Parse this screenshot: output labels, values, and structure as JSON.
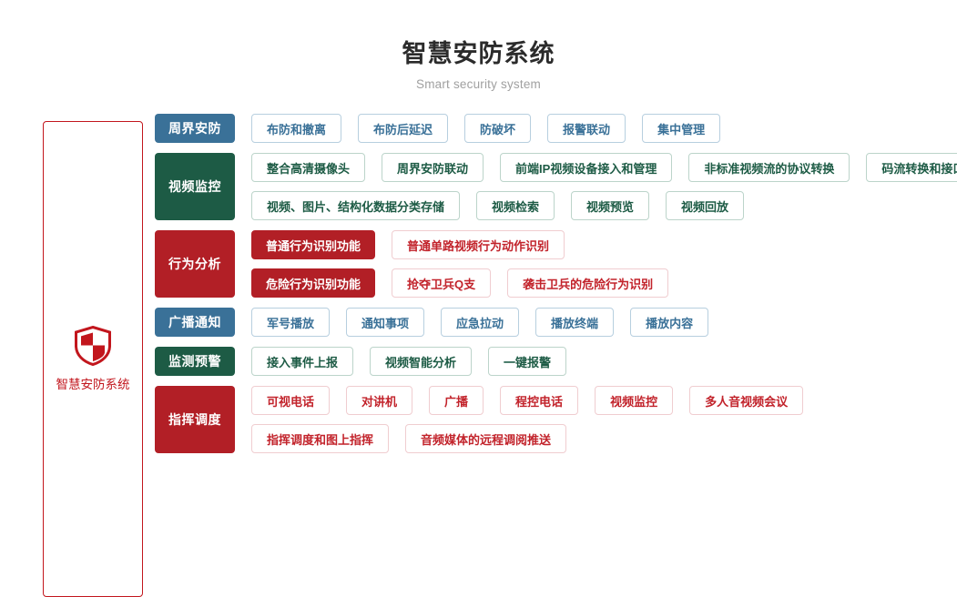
{
  "header": {
    "title": "智慧安防系统",
    "subtitle": "Smart security system"
  },
  "root": {
    "label": "智慧安防系统",
    "icon": "shield-icon",
    "border_color": "#c2161d",
    "text_color": "#c2161d"
  },
  "colors": {
    "blue": "#3a7198",
    "green": "#1d5b45",
    "red": "#b21f26",
    "blue_border": "#b7cfdf",
    "green_border": "#bcd4ca",
    "red_border": "#f0cdd0",
    "title": "#2b2b2b",
    "subtitle": "#a0a0a0"
  },
  "rows": [
    {
      "category": "周界安防",
      "color": "blue",
      "lines": [
        [
          {
            "label": "布防和撤离",
            "filled": false
          },
          {
            "label": "布防后延迟",
            "filled": false
          },
          {
            "label": "防破坏",
            "filled": false
          },
          {
            "label": "报警联动",
            "filled": false
          },
          {
            "label": "集中管理",
            "filled": false
          }
        ]
      ]
    },
    {
      "category": "视频监控",
      "color": "green",
      "lines": [
        [
          {
            "label": "整合高清摄像头",
            "filled": false
          },
          {
            "label": "周界安防联动",
            "filled": false
          },
          {
            "label": "前端IP视频设备接入和管理",
            "filled": false
          },
          {
            "label": "非标准视频流的协议转换",
            "filled": false
          },
          {
            "label": "码流转换和接口转换",
            "filled": false
          }
        ],
        [
          {
            "label": "视频、图片、结构化数据分类存储",
            "filled": false
          },
          {
            "label": "视频检索",
            "filled": false
          },
          {
            "label": "视频预览",
            "filled": false
          },
          {
            "label": "视频回放",
            "filled": false
          }
        ]
      ]
    },
    {
      "category": "行为分析",
      "color": "red",
      "lines": [
        [
          {
            "label": "普通行为识别功能",
            "filled": true
          },
          {
            "label": "普通单路视频行为动作识别",
            "filled": false
          }
        ],
        [
          {
            "label": "危险行为识别功能",
            "filled": true
          },
          {
            "label": "抢夺卫兵Q支",
            "filled": false
          },
          {
            "label": "袭击卫兵的危险行为识别",
            "filled": false
          }
        ]
      ]
    },
    {
      "category": "广播通知",
      "color": "blue",
      "lines": [
        [
          {
            "label": "军号播放",
            "filled": false
          },
          {
            "label": "通知事项",
            "filled": false
          },
          {
            "label": "应急拉动",
            "filled": false
          },
          {
            "label": "播放终端",
            "filled": false
          },
          {
            "label": "播放内容",
            "filled": false
          }
        ]
      ]
    },
    {
      "category": "监测预警",
      "color": "green",
      "lines": [
        [
          {
            "label": "接入事件上报",
            "filled": false
          },
          {
            "label": "视频智能分析",
            "filled": false
          },
          {
            "label": "一键报警",
            "filled": false
          }
        ]
      ]
    },
    {
      "category": "指挥调度",
      "color": "red",
      "lines": [
        [
          {
            "label": "可视电话",
            "filled": false
          },
          {
            "label": "对讲机",
            "filled": false
          },
          {
            "label": "广播",
            "filled": false
          },
          {
            "label": "程控电话",
            "filled": false
          },
          {
            "label": "视频监控",
            "filled": false
          },
          {
            "label": "多人音视频会议",
            "filled": false
          }
        ],
        [
          {
            "label": "指挥调度和图上指挥",
            "filled": false
          },
          {
            "label": "音频媒体的远程调阅推送",
            "filled": false
          }
        ]
      ]
    }
  ]
}
